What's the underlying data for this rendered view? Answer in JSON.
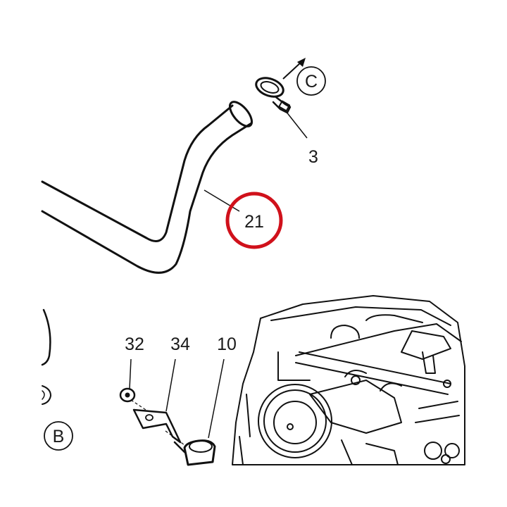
{
  "labels": {
    "arrow_ref": "C",
    "clamp_part": "3",
    "hose_part": "21",
    "screw_part": "32",
    "bracket_part": "34",
    "clip_part": "10",
    "view_ref": "B"
  },
  "colors": {
    "highlight_circle": "#d0111b",
    "line": "#111111",
    "background": "#ffffff"
  },
  "highlighted_part": "21"
}
